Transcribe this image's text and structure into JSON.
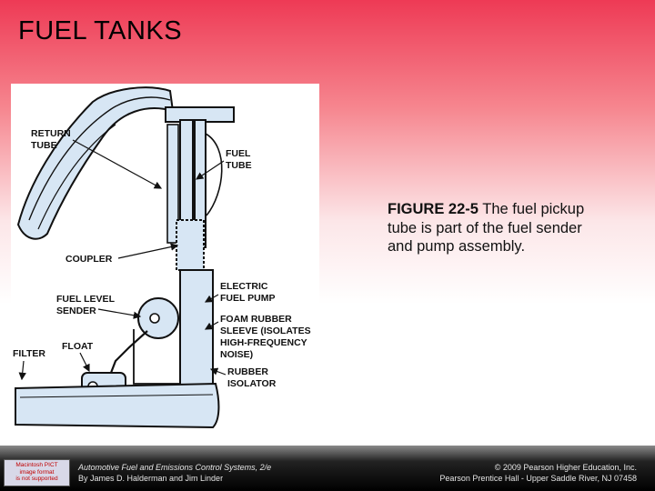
{
  "slide": {
    "title": "FUEL TANKS"
  },
  "figure": {
    "labels": {
      "return_tube": [
        "RETURN",
        "TUBE"
      ],
      "fuel_tube": [
        "FUEL",
        "TUBE"
      ],
      "coupler": [
        "COUPLER"
      ],
      "electric_fuel_pump": [
        "ELECTRIC",
        "FUEL PUMP"
      ],
      "fuel_level_sender": [
        "FUEL LEVEL",
        "SENDER"
      ],
      "foam_rubber_sleeve": [
        "FOAM RUBBER",
        "SLEEVE (ISOLATES",
        "HIGH-FREQUENCY",
        "NOISE)"
      ],
      "filter": [
        "FILTER"
      ],
      "float": [
        "FLOAT"
      ],
      "rubber_isolator": [
        "RUBBER",
        "ISOLATOR"
      ]
    },
    "colors": {
      "part_fill": "#d7e6f4",
      "outline": "#111111"
    }
  },
  "caption": {
    "head": "FIGURE 22-5",
    "text": " The fuel pickup tube is part of the fuel sender and pump assembly."
  },
  "footer": {
    "logo_lines": [
      "Macintosh PICT",
      "image format",
      "is not supported"
    ],
    "book_title": "Automotive Fuel and Emissions Control Systems, 2/e",
    "authors": "By James D. Halderman and Jim Linder",
    "copyright": "© 2009 Pearson Higher Education, Inc.",
    "publisher": "Pearson Prentice Hall - Upper Saddle River, NJ 07458"
  }
}
